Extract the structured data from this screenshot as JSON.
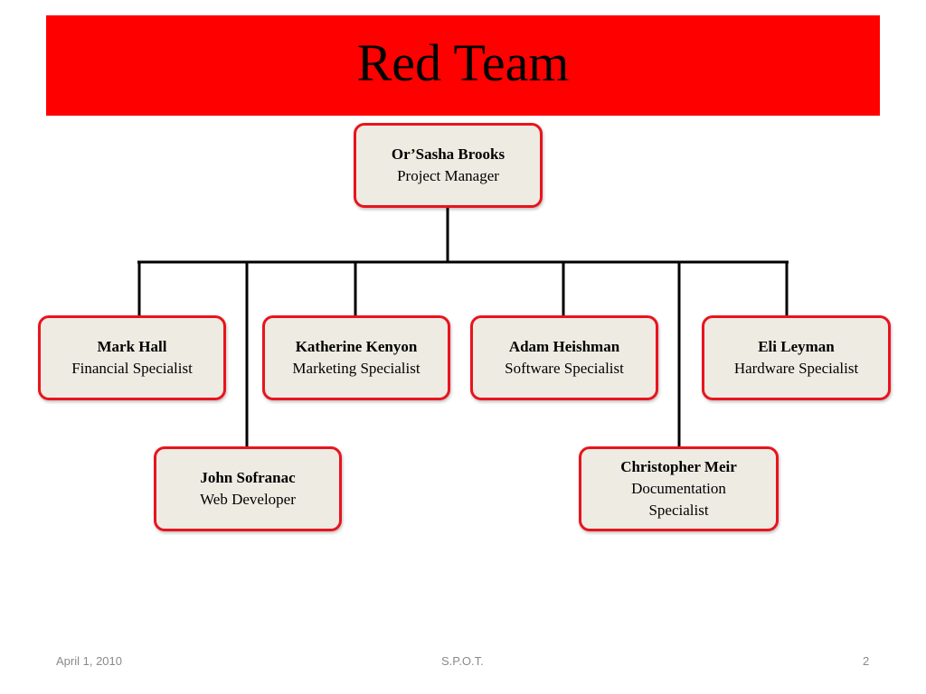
{
  "slide": {
    "title": "Red Team",
    "colors": {
      "banner": "#ff0000",
      "node_border": "#e8141e",
      "node_fill": "#eeebe3",
      "connector": "#000000"
    }
  },
  "org_chart": {
    "root": {
      "name": "Or’Sasha Brooks",
      "role": "Project Manager"
    },
    "members": [
      {
        "name": "Mark Hall",
        "role": "Financial Specialist"
      },
      {
        "name": "Katherine Kenyon",
        "role": "Marketing Specialist"
      },
      {
        "name": "Adam Heishman",
        "role": "Software Specialist"
      },
      {
        "name": "Eli Leyman",
        "role": "Hardware Specialist"
      },
      {
        "name": "John Sofranac",
        "role": "Web Developer"
      },
      {
        "name": "Christopher Meir",
        "role": "Documentation Specialist"
      }
    ]
  },
  "footer": {
    "date": "April 1, 2010",
    "center": "S.P.O.T.",
    "page_number": "2"
  }
}
